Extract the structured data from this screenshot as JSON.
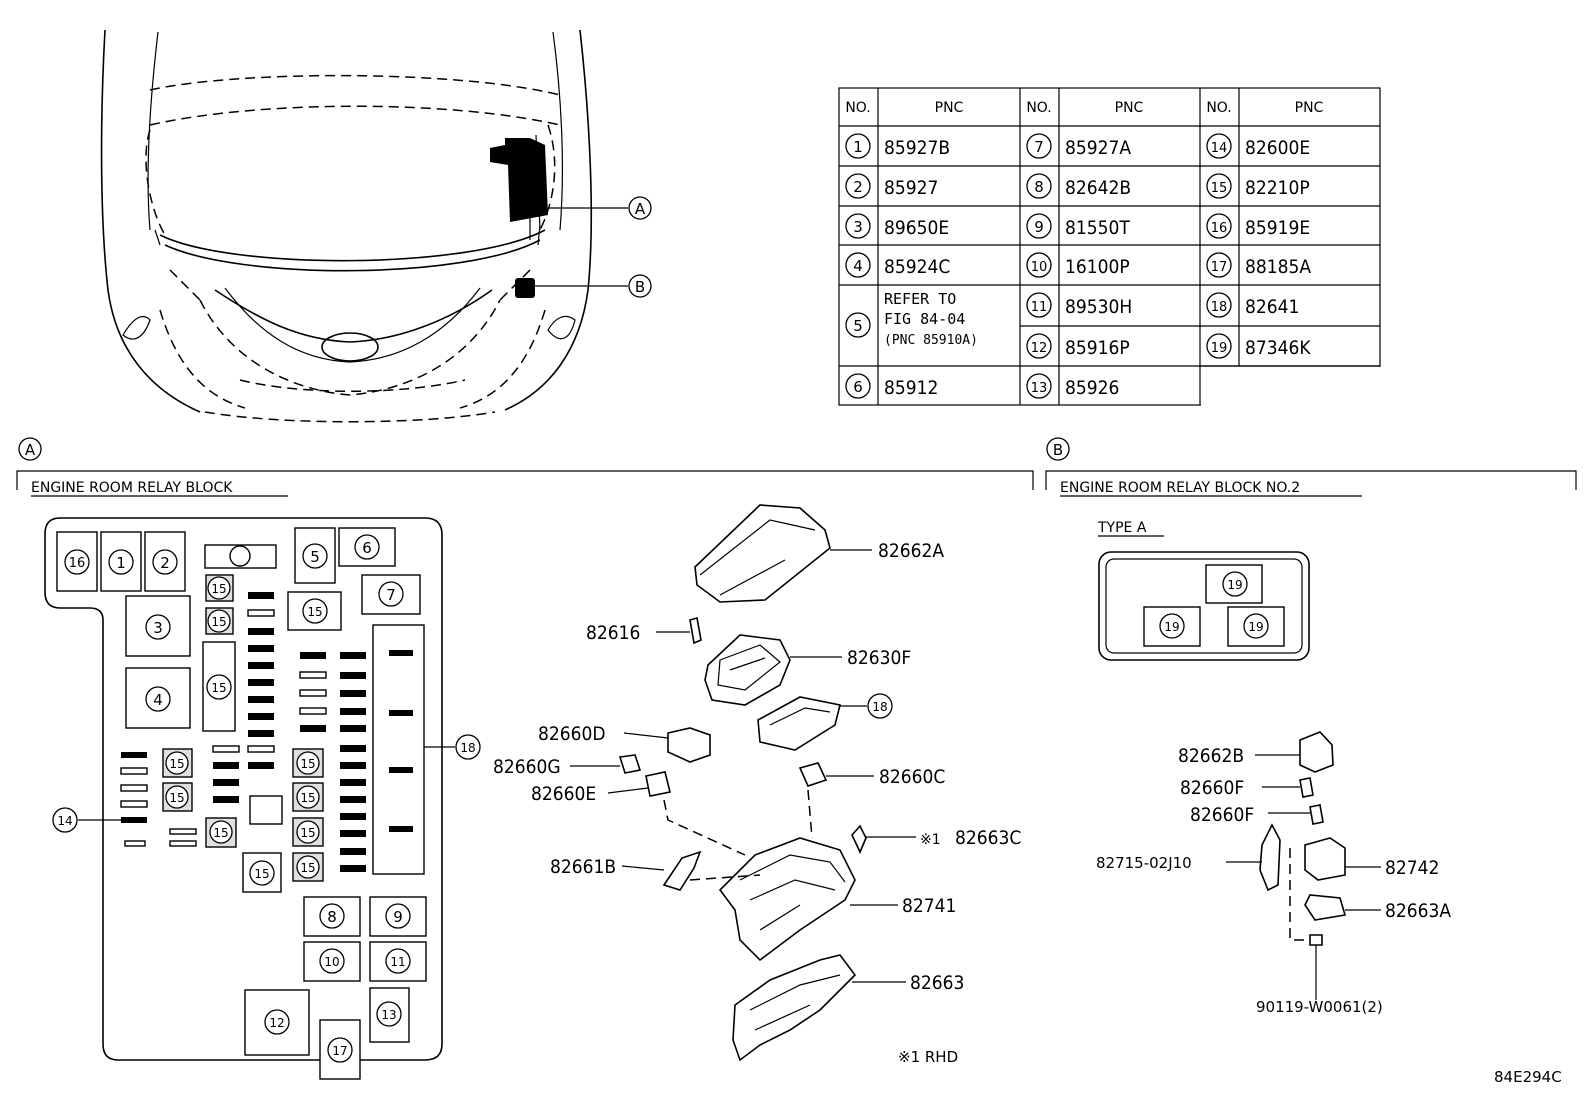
{
  "callouts": {
    "a": "A",
    "b": "B"
  },
  "table": {
    "col_headers": [
      "NO.",
      "PNC",
      "NO.",
      "PNC",
      "NO.",
      "PNC"
    ],
    "rows": [
      {
        "no": "1",
        "pnc": "85927B"
      },
      {
        "no": "2",
        "pnc": "85927"
      },
      {
        "no": "3",
        "pnc": "89650E"
      },
      {
        "no": "4",
        "pnc": "85924C"
      },
      {
        "no": "5",
        "pnc_lines": [
          "REFER TO",
          "FIG 84-04",
          "(PNC 85910A)"
        ]
      },
      {
        "no": "6",
        "pnc": "85912"
      },
      {
        "no": "7",
        "pnc": "85927A"
      },
      {
        "no": "8",
        "pnc": "82642B"
      },
      {
        "no": "9",
        "pnc": "81550T"
      },
      {
        "no": "10",
        "pnc": "16100P"
      },
      {
        "no": "11",
        "pnc": "89530H"
      },
      {
        "no": "12",
        "pnc": "85916P"
      },
      {
        "no": "13",
        "pnc": "85926"
      },
      {
        "no": "14",
        "pnc": "82600E"
      },
      {
        "no": "15",
        "pnc": "82210P"
      },
      {
        "no": "16",
        "pnc": "85919E"
      },
      {
        "no": "17",
        "pnc": "88185A"
      },
      {
        "no": "18",
        "pnc": "82641"
      },
      {
        "no": "19",
        "pnc": "87346K"
      }
    ]
  },
  "section_a": {
    "marker": "A",
    "title": "ENGINE ROOM RELAY BLOCK",
    "slot_labels": {
      "s1": "1",
      "s2": "2",
      "s3": "3",
      "s4": "4",
      "s5": "5",
      "s6": "6",
      "s7": "7",
      "s8": "8",
      "s9": "9",
      "s10": "10",
      "s11": "11",
      "s12": "12",
      "s13": "13",
      "s14": "14",
      "s15": "15",
      "s16": "16",
      "s17": "17",
      "s18": "18"
    },
    "parts": {
      "p82662A": "82662A",
      "p82616": "82616",
      "p82630F": "82630F",
      "p18": "18",
      "p82660D": "82660D",
      "p82660G": "82660G",
      "p82660E": "82660E",
      "p82660C": "82660C",
      "p82663C": "82663C",
      "p82663C_mark": "※1",
      "p82661B": "82661B",
      "p82741": "82741",
      "p82663": "82663"
    },
    "note": "※1 RHD"
  },
  "section_b": {
    "marker": "B",
    "title": "ENGINE ROOM RELAY BLOCK NO.2",
    "type_label": "TYPE A",
    "slot": "19",
    "parts": {
      "p82662B": "82662B",
      "p82660F_1": "82660F",
      "p82660F_2": "82660F",
      "p82715": "82715-02J10",
      "p82742": "82742",
      "p82663A": "82663A",
      "p90119": "90119-W0061(2)"
    }
  },
  "figure_id": "84E294C"
}
